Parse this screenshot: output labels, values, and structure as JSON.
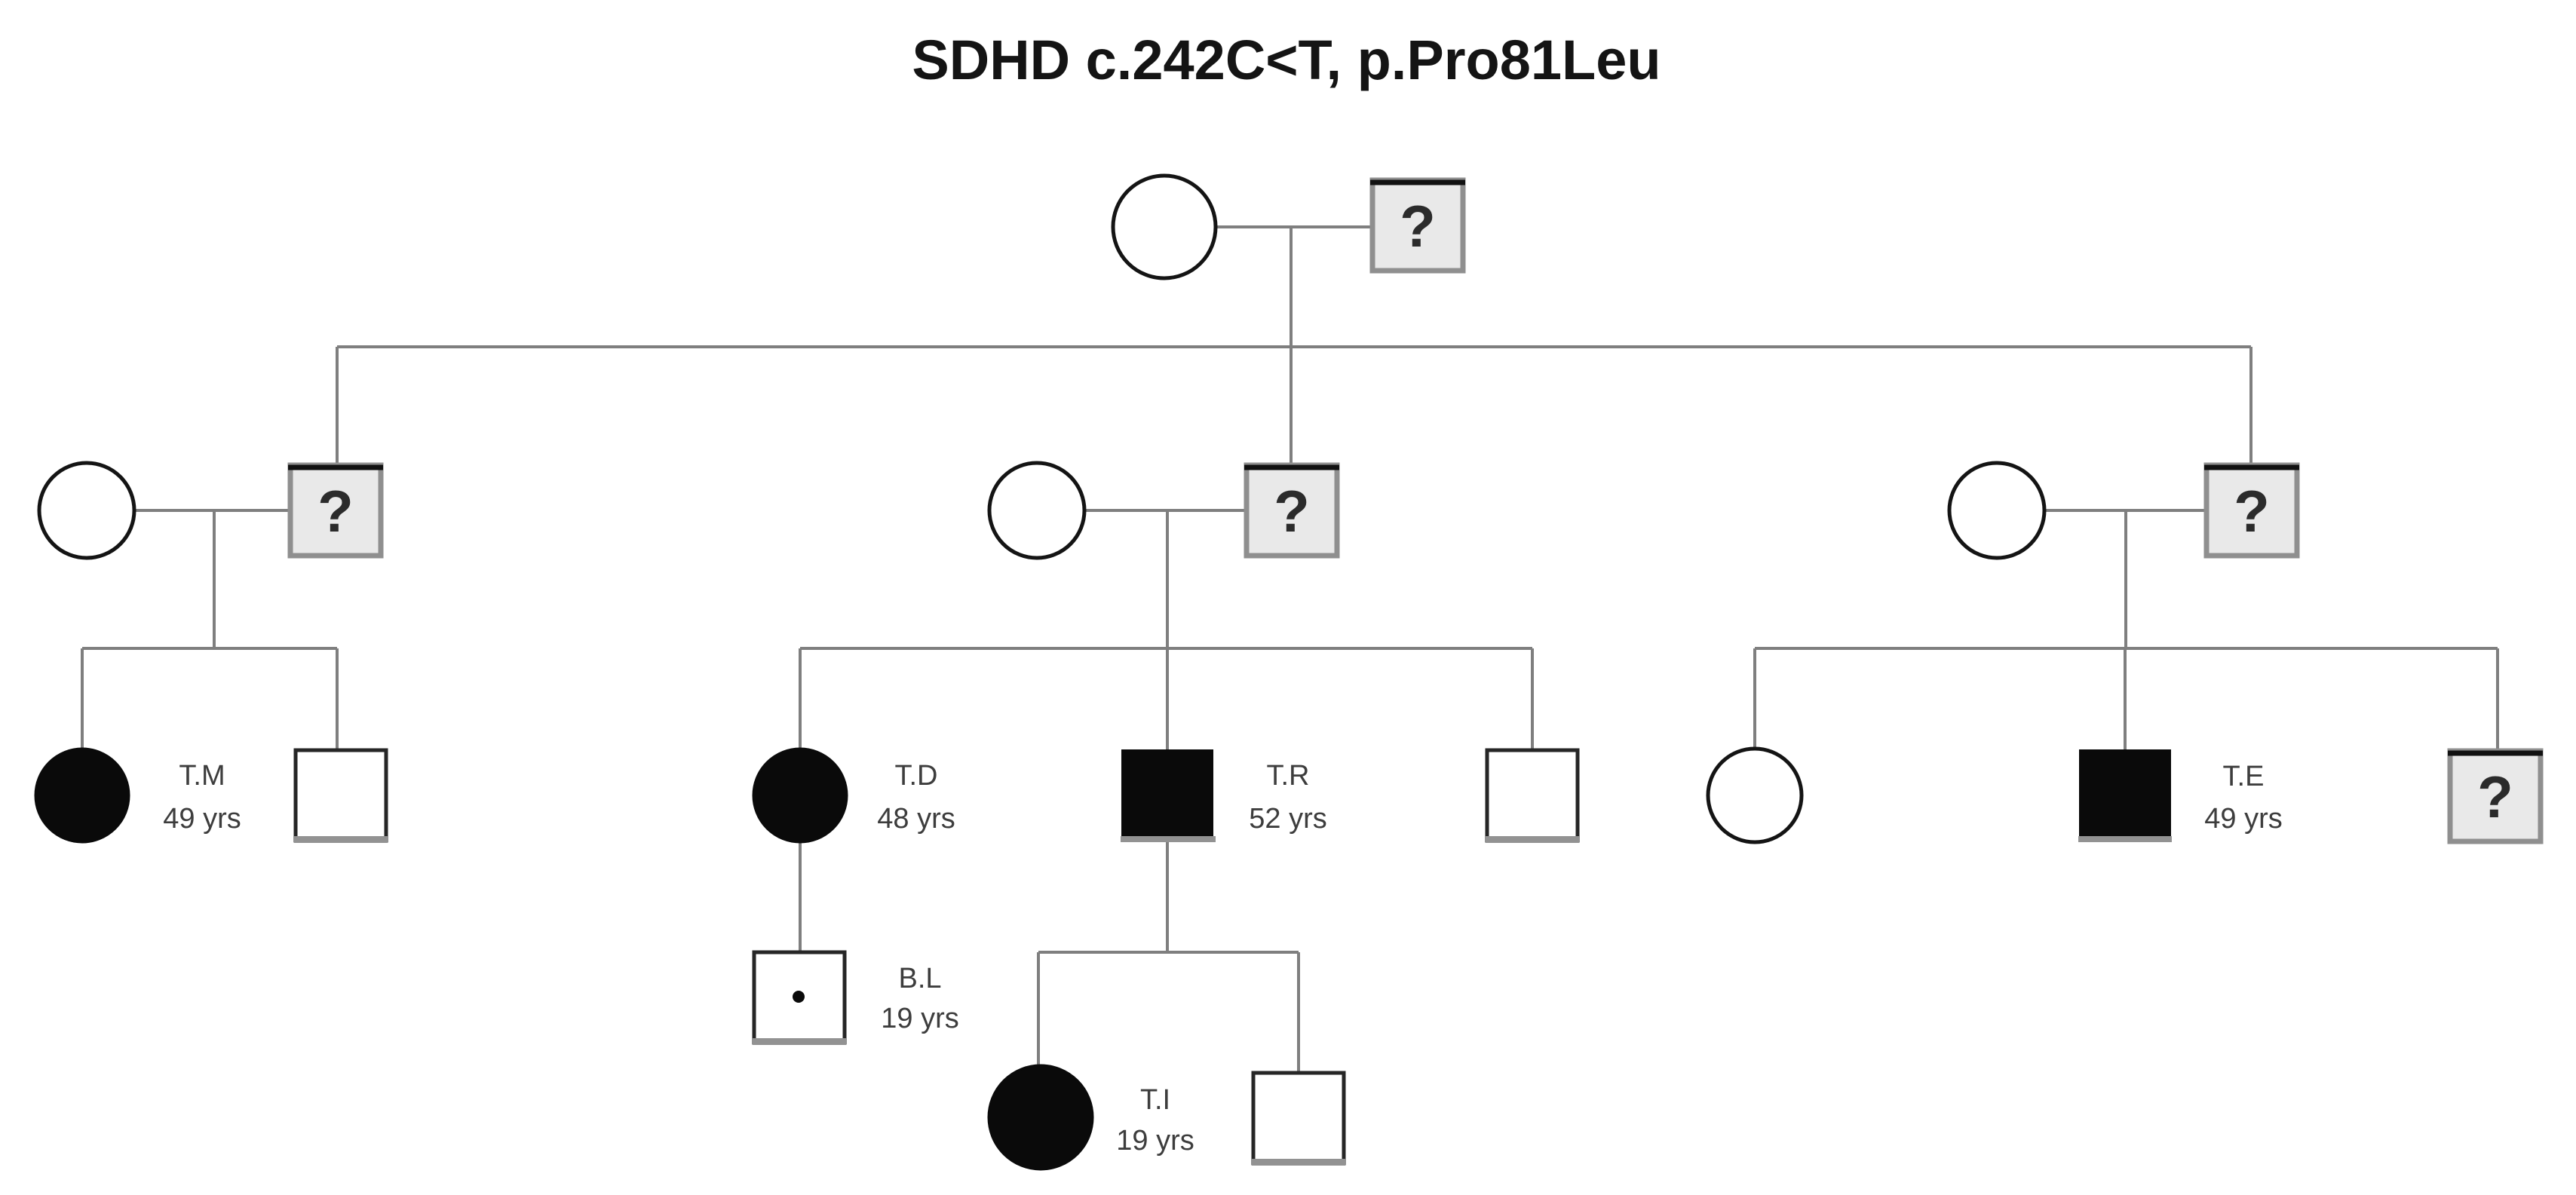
{
  "title": "SDHD c.242C<T, p.Pro81Leu",
  "unknown_marker": "?",
  "individuals": {
    "tm": {
      "name": "T.M",
      "age": "49 yrs",
      "sex": "female",
      "affected": true,
      "generation": "III"
    },
    "td": {
      "name": "T.D",
      "age": "48 yrs",
      "sex": "female",
      "affected": true,
      "generation": "III"
    },
    "tr": {
      "name": "T.R",
      "age": "52 yrs",
      "sex": "male",
      "affected": true,
      "generation": "III"
    },
    "te": {
      "name": "T.E",
      "age": "49 yrs",
      "sex": "male",
      "affected": true,
      "generation": "III"
    },
    "bl": {
      "name": "B.L",
      "age": "19 yrs",
      "sex": "male",
      "affected": false,
      "carrier_dot": true,
      "generation": "IV"
    },
    "ti": {
      "name": "T.I",
      "age": "19 yrs",
      "sex": "female",
      "affected": true,
      "generation": "IV"
    }
  },
  "pedigree_structure": {
    "generation_I": [
      {
        "sex": "female",
        "status": "unaffected",
        "shape": "open circle"
      },
      {
        "sex": "male",
        "status": "unknown",
        "shape": "grey square with ?"
      }
    ],
    "generation_II_couples": [
      {
        "mother": "unaffected open circle",
        "father": "unknown grey square with ?",
        "branch": "left"
      },
      {
        "mother": "unaffected open circle",
        "father": "unknown grey square with ?",
        "branch": "middle"
      },
      {
        "mother": "unaffected open circle",
        "father": "unknown grey square with ?",
        "branch": "right"
      }
    ],
    "generation_III": [
      {
        "branch": "left",
        "children": [
          "T.M affected filled circle",
          "unaffected open square"
        ]
      },
      {
        "branch": "middle",
        "children": [
          "T.D affected filled circle",
          "T.R affected filled square",
          "unaffected open square"
        ]
      },
      {
        "branch": "right",
        "children": [
          "unaffected open circle",
          "T.E affected filled square",
          "unknown grey square with ?"
        ]
      }
    ],
    "generation_IV": [
      {
        "parent": "T.D",
        "children": [
          "B.L open square with carrier dot"
        ]
      },
      {
        "parent": "T.R",
        "children": [
          "T.I affected filled circle",
          "unaffected open square"
        ]
      }
    ]
  },
  "colors": {
    "background": "#ffffff",
    "connector_gray": "#7f7f7f",
    "affected_fill": "#0a0a0a",
    "unknown_square_fill": "#e9e9e9",
    "label_text": "#3d3d3d",
    "title_text": "#141414"
  }
}
